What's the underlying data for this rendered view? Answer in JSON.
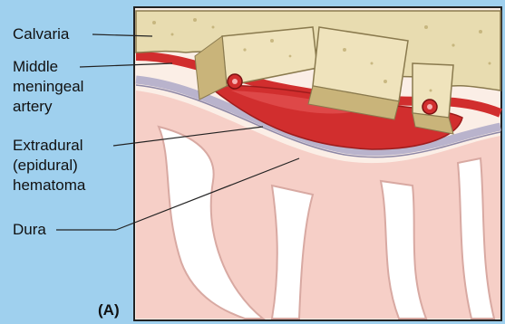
{
  "panel_tag": "(A)",
  "labels": {
    "calvaria": "Calvaria",
    "middle_meningeal_artery": [
      "Middle",
      "meningeal",
      "artery"
    ],
    "extradural_hematoma": [
      "Extradural",
      "(epidural)",
      "hematoma"
    ],
    "dura": "Dura"
  },
  "colors": {
    "background": "#9fd0ee",
    "bone": "#e8dcb0",
    "blood": "#d12e2e",
    "brain": "#f6cfc7",
    "dura": "#c9c4d6",
    "frame": "#222222"
  }
}
